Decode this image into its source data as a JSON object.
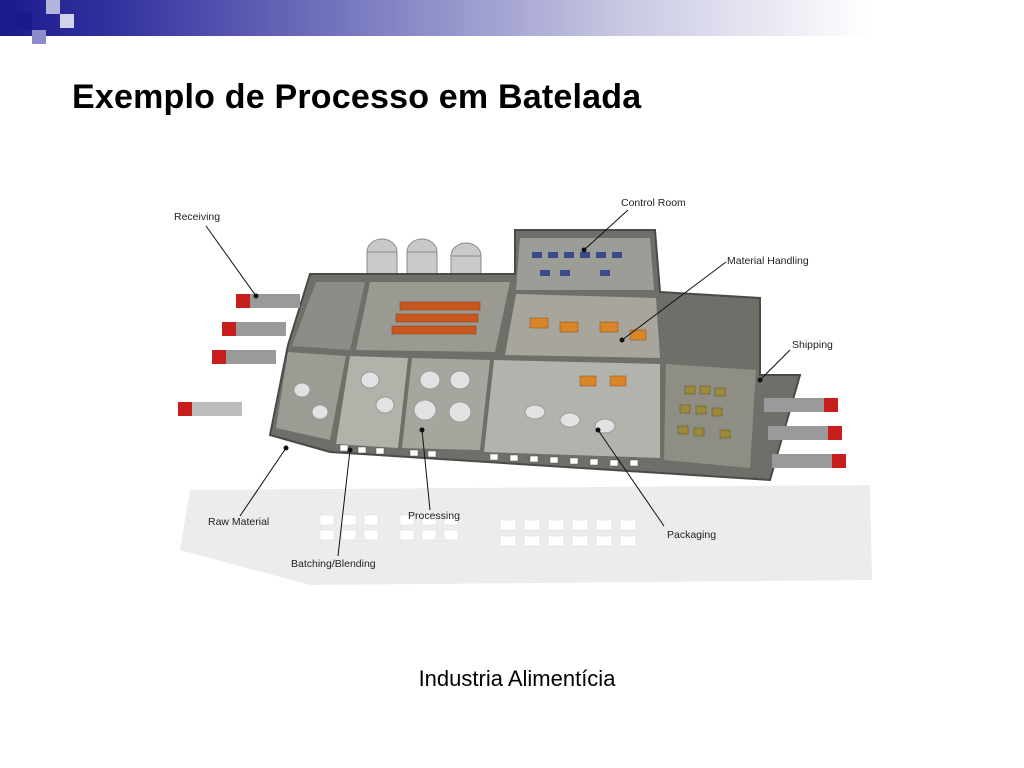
{
  "slide": {
    "title": "Exemplo de Processo em Batelada",
    "caption": "Industria Alimentícia"
  },
  "diagram": {
    "labels": {
      "receiving": "Receiving",
      "control_room": "Control Room",
      "material_handling": "Material Handling",
      "shipping": "Shipping",
      "raw_material": "Raw Material",
      "processing": "Processing",
      "packaging": "Packaging",
      "batching_blending": "Batching/Blending"
    }
  },
  "colors": {
    "accent_dark": "#1a1a8c",
    "accent_light": "#8c8cc8",
    "wall": "#6b6b66",
    "floor": "#8a8a84",
    "truck": "#c81e1e",
    "product": "#d9852a"
  }
}
